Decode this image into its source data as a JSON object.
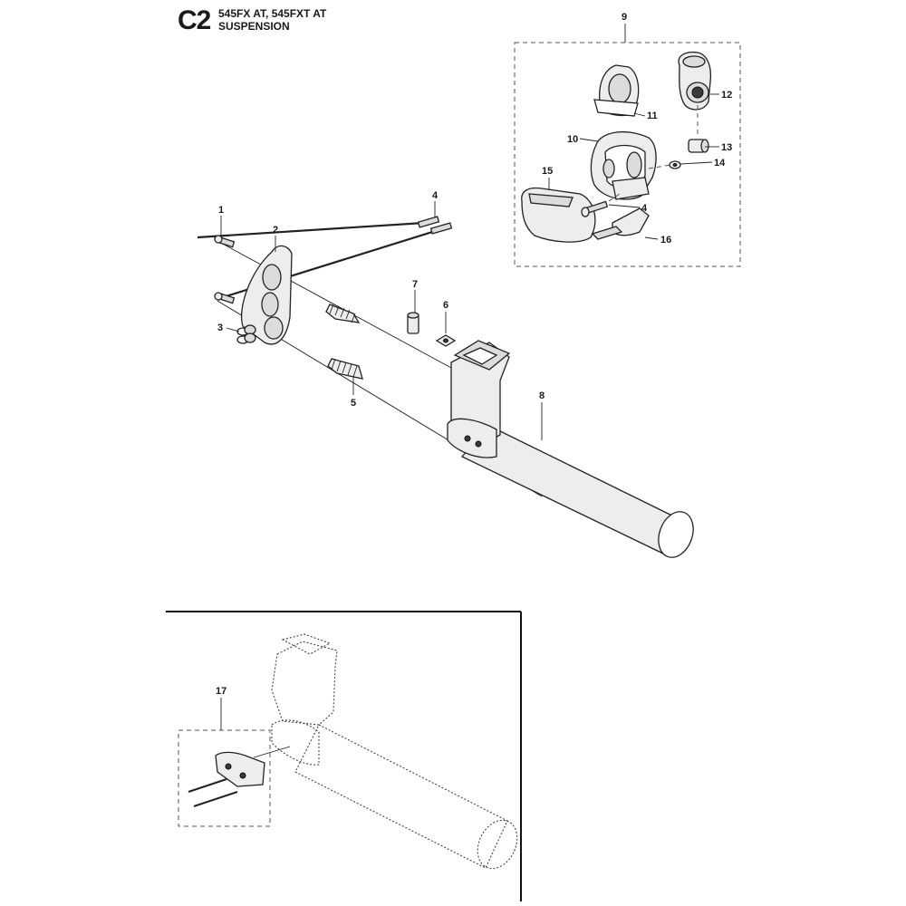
{
  "header": {
    "code": "C2",
    "models": "545FX AT, 545FXT AT",
    "title": "SUSPENSION"
  },
  "callouts": [
    "1",
    "2",
    "3",
    "4",
    "4",
    "5",
    "6",
    "7",
    "8",
    "9",
    "10",
    "11",
    "12",
    "13",
    "14",
    "15",
    "16",
    "17"
  ]
}
